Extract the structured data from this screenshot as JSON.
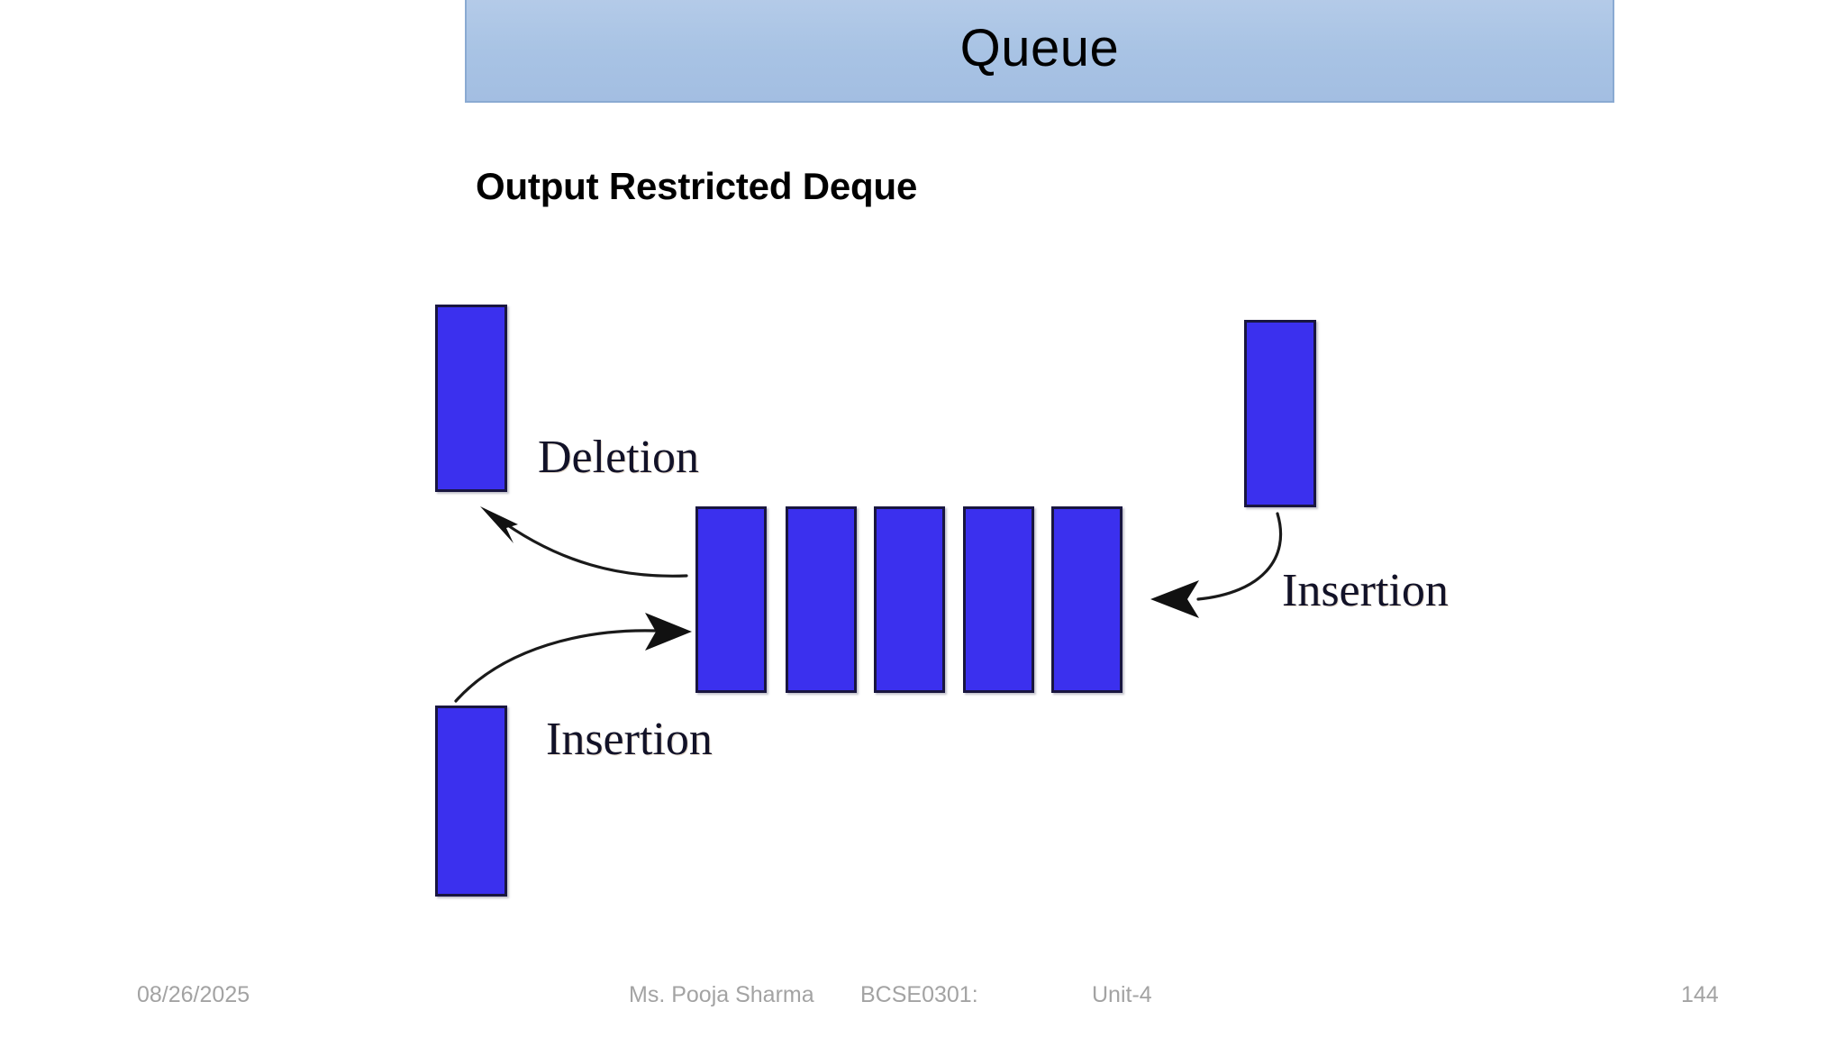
{
  "slide": {
    "title": "Queue",
    "heading": "Output Restricted Deque",
    "banner_color": "#a8c3e4",
    "bar_color": "#3b30ee",
    "bar_border_color": "#191640"
  },
  "diagram": {
    "name": "output-restricted-deque-diagram",
    "labels": {
      "deletion": "Deletion",
      "insertion_front": "Insertion",
      "insertion_rear": "Insertion"
    },
    "queue_elements": [
      "",
      "",
      "",
      "",
      ""
    ],
    "detached_elements": {
      "deletion_out": "",
      "insertion_front_in": "",
      "insertion_rear_in": ""
    }
  },
  "footer": {
    "date": "08/26/2025",
    "author": "Ms. Pooja Sharma",
    "course": "BCSE0301:",
    "unit": "Unit-4",
    "page": "144"
  }
}
